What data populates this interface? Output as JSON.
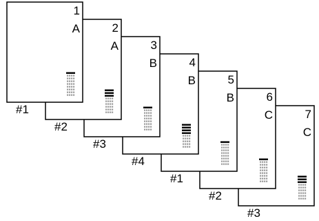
{
  "colors": {
    "ink": "#000000",
    "grid_gray": "#9a9a9a",
    "background": "#ffffff"
  },
  "cards": [
    {
      "number": "1",
      "letter": "A",
      "reference": "#1",
      "solid_bars": 1,
      "gray_rows": 8
    },
    {
      "number": "2",
      "letter": "A",
      "reference": "#2",
      "solid_bars": 3,
      "gray_rows": 6
    },
    {
      "number": "3",
      "letter": "B",
      "reference": "#3",
      "solid_bars": 1,
      "gray_rows": 8
    },
    {
      "number": "4",
      "letter": "B",
      "reference": "#4",
      "solid_bars": 4,
      "gray_rows": 5
    },
    {
      "number": "5",
      "letter": "B",
      "reference": "#1",
      "solid_bars": 1,
      "gray_rows": 8
    },
    {
      "number": "6",
      "letter": "C",
      "reference": "#2",
      "solid_bars": 1,
      "gray_rows": 8
    },
    {
      "number": "7",
      "letter": "C",
      "reference": "#3",
      "solid_bars": 3,
      "gray_rows": 6
    }
  ]
}
